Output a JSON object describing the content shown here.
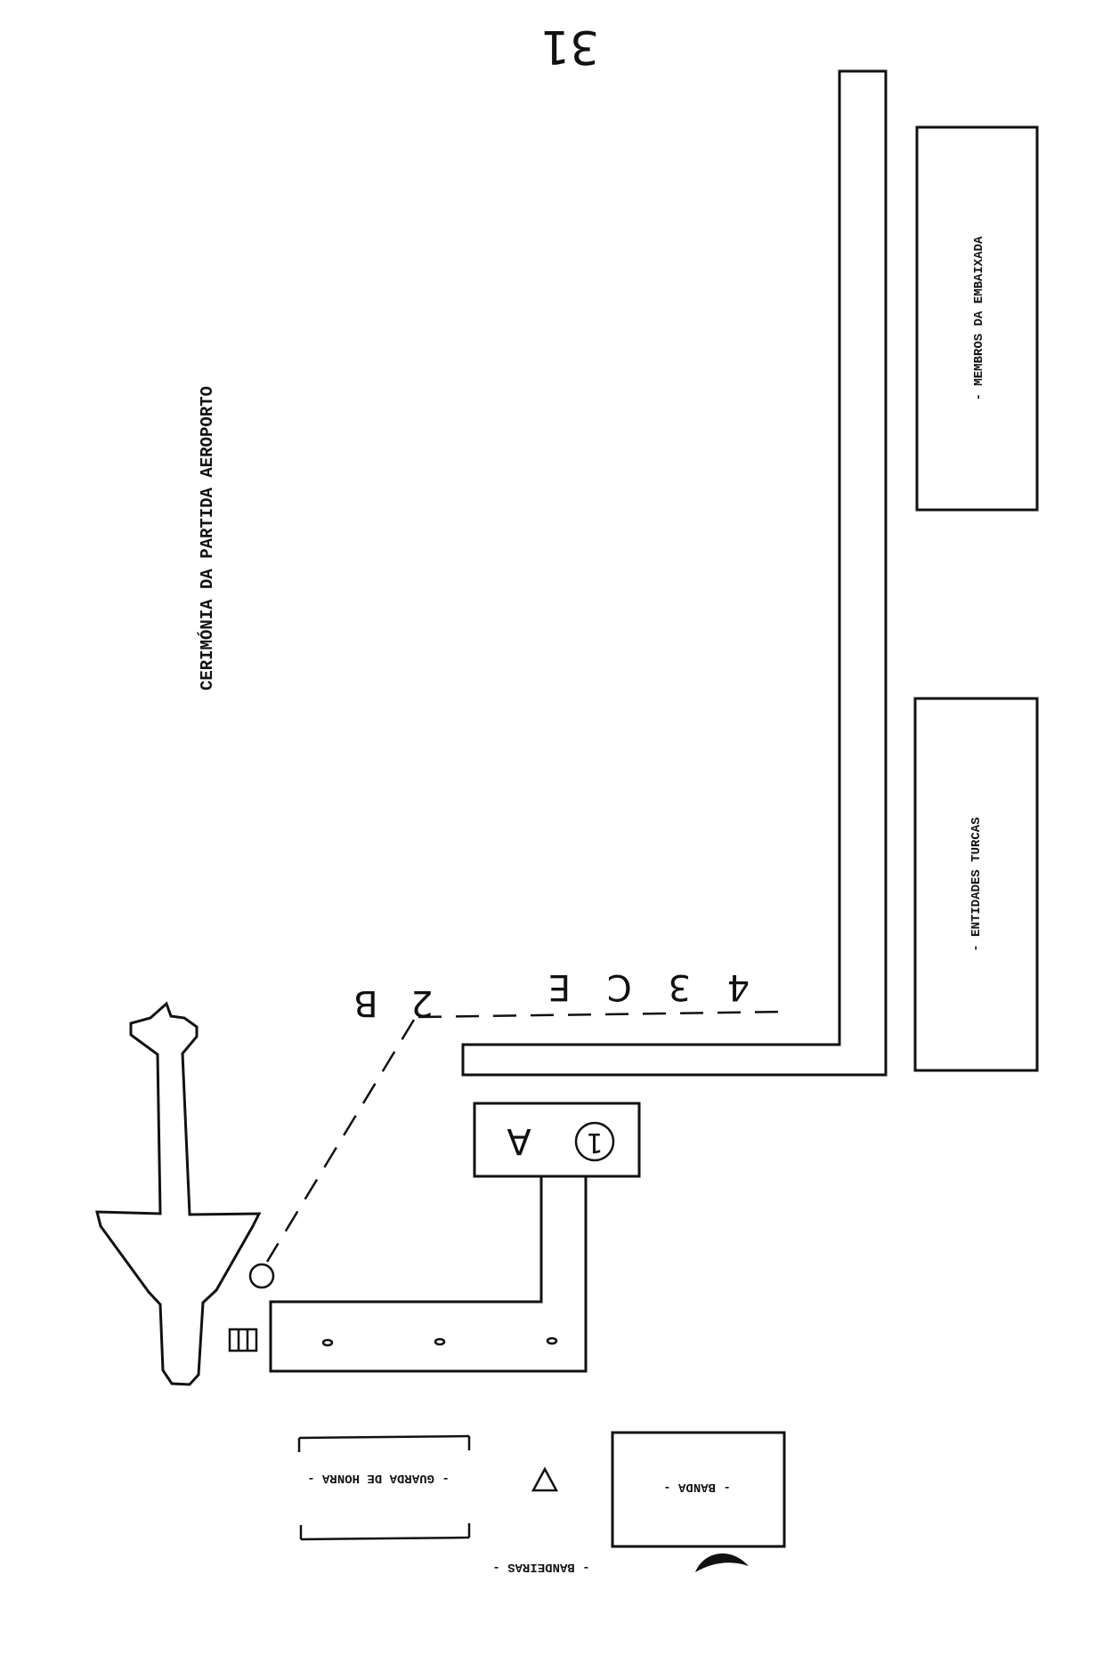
{
  "page_number": "31",
  "title": "CERIMÓNIA DA PARTIDA AEROPORTO",
  "labels": {
    "membros": "- MEMBROS DA EMBAIXADA",
    "entidades": "- ENTIDADES TURCAS",
    "guarda": "- GUARDA DE HONRA -",
    "banda": "- BANDA -",
    "bandeiras": "- BANDEIRAS -"
  },
  "positions": {
    "p1": "1",
    "pA": "A",
    "p2B": "2 B",
    "p43CE": "4 3 C E"
  }
}
